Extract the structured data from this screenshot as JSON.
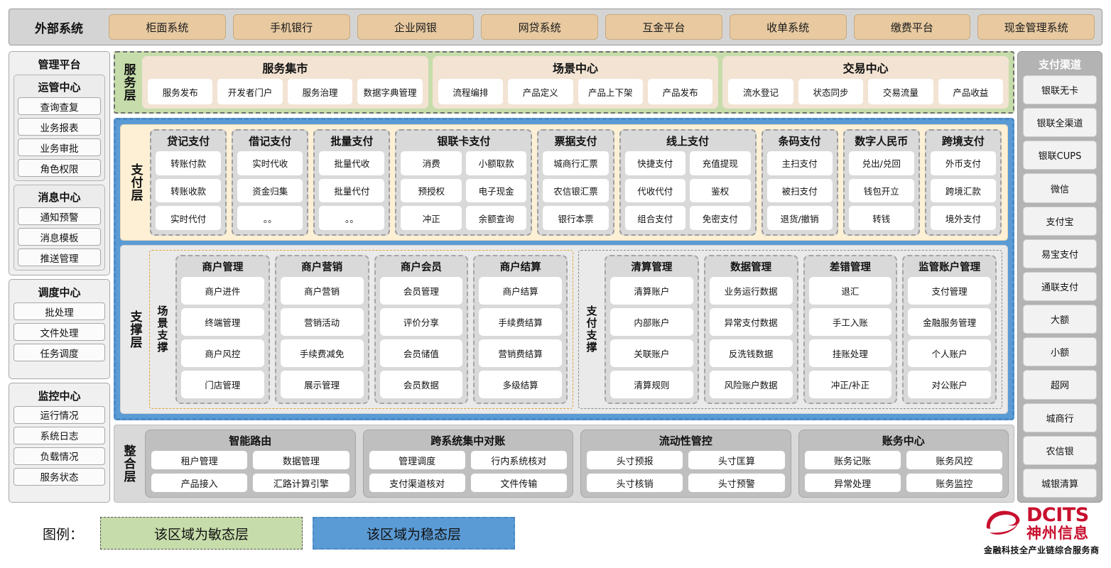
{
  "external": {
    "title": "外部系统",
    "systems": [
      "柜面系统",
      "手机银行",
      "企业网银",
      "网贷系统",
      "互金平台",
      "收单系统",
      "缴费平台",
      "现金管理系统"
    ]
  },
  "management": {
    "title": "管理平台",
    "groups": [
      {
        "title": "运管中心",
        "items": [
          "查询查复",
          "业务报表",
          "业务审批",
          "角色权限"
        ]
      },
      {
        "title": "消息中心",
        "items": [
          "通知预警",
          "消息模板",
          "推送管理"
        ]
      },
      {
        "title": "调度中心",
        "items": [
          "批处理",
          "文件处理",
          "任务调度"
        ]
      },
      {
        "title": "监控中心",
        "items": [
          "运行情况",
          "系统日志",
          "负载情况",
          "服务状态"
        ]
      }
    ]
  },
  "channels": {
    "title": "支付渠道",
    "items": [
      "银联无卡",
      "银联全渠道",
      "银联CUPS",
      "微信",
      "支付宝",
      "易宝支付",
      "通联支付",
      "大额",
      "小额",
      "超网",
      "城商行",
      "农信银",
      "城银清算"
    ]
  },
  "service_layer": {
    "label": "服务层",
    "groups": [
      {
        "title": "服务集市",
        "items": [
          "服务发布",
          "开发者门户",
          "服务治理",
          "数据字典管理"
        ]
      },
      {
        "title": "场景中心",
        "items": [
          "流程编排",
          "产品定义",
          "产品上下架",
          "产品发布"
        ]
      },
      {
        "title": "交易中心",
        "items": [
          "流水登记",
          "状态同步",
          "交易流量",
          "产品收益"
        ]
      }
    ]
  },
  "pay_layer": {
    "label": "支付层",
    "columns": [
      {
        "title": "贷记支付",
        "width": 1,
        "rows": [
          [
            "转账付款"
          ],
          [
            "转账收款"
          ],
          [
            "实时代付"
          ]
        ]
      },
      {
        "title": "借记支付",
        "width": 1,
        "rows": [
          [
            "实时代收"
          ],
          [
            "资金归集"
          ],
          [
            "。。"
          ]
        ]
      },
      {
        "title": "批量支付",
        "width": 1,
        "rows": [
          [
            "批量代收"
          ],
          [
            "批量代付"
          ],
          [
            "。。"
          ]
        ]
      },
      {
        "title": "银联卡支付",
        "width": 2,
        "rows": [
          [
            "消费",
            "小额取款"
          ],
          [
            "预授权",
            "电子现金"
          ],
          [
            "冲正",
            "余额查询"
          ]
        ]
      },
      {
        "title": "票据支付",
        "width": 1,
        "rows": [
          [
            "城商行汇票"
          ],
          [
            "农信银汇票"
          ],
          [
            "银行本票"
          ]
        ]
      },
      {
        "title": "线上支付",
        "width": 2,
        "rows": [
          [
            "快捷支付",
            "充值提现"
          ],
          [
            "代收代付",
            "鉴权"
          ],
          [
            "组合支付",
            "免密支付"
          ]
        ]
      },
      {
        "title": "条码支付",
        "width": 1,
        "rows": [
          [
            "主扫支付"
          ],
          [
            "被扫支付"
          ],
          [
            "退货/撤销"
          ]
        ]
      },
      {
        "title": "数字人民币",
        "width": 1,
        "rows": [
          [
            "兑出/兑回"
          ],
          [
            "钱包开立"
          ],
          [
            "转钱"
          ]
        ]
      },
      {
        "title": "跨境支付",
        "width": 1,
        "rows": [
          [
            "外币支付"
          ],
          [
            "跨境汇款"
          ],
          [
            "境外支付"
          ]
        ]
      }
    ]
  },
  "support_layer": {
    "label": "支撑层",
    "scene": {
      "label": "场景支撑",
      "columns": [
        {
          "title": "商户管理",
          "items": [
            "商户进件",
            "终端管理",
            "商户风控",
            "门店管理"
          ]
        },
        {
          "title": "商户营销",
          "items": [
            "商户营销",
            "营销活动",
            "手续费减免",
            "展示管理"
          ]
        },
        {
          "title": "商户会员",
          "items": [
            "会员管理",
            "评价分享",
            "会员储值",
            "会员数据"
          ]
        },
        {
          "title": "商户结算",
          "items": [
            "商户结算",
            "手续费结算",
            "营销费结算",
            "多级结算"
          ]
        }
      ]
    },
    "paysupport": {
      "label": "支付支撑",
      "columns": [
        {
          "title": "清算管理",
          "items": [
            "清算账户",
            "内部账户",
            "关联账户",
            "清算规则"
          ]
        },
        {
          "title": "数据管理",
          "items": [
            "业务运行数据",
            "异常支付数据",
            "反洗钱数据",
            "风险账户数据"
          ]
        },
        {
          "title": "差错管理",
          "items": [
            "退汇",
            "手工入账",
            "挂账处理",
            "冲正/补正"
          ]
        },
        {
          "title": "监管账户管理",
          "items": [
            "支付管理",
            "金融服务管理",
            "个人账户",
            "对公账户"
          ]
        }
      ]
    }
  },
  "integration_layer": {
    "label": "整合层",
    "groups": [
      {
        "title": "智能路由",
        "rows": [
          [
            "租户管理",
            "数据管理"
          ],
          [
            "产品接入",
            "汇路计算引擎"
          ]
        ]
      },
      {
        "title": "跨系统集中对账",
        "rows": [
          [
            "管理调度",
            "行内系统核对"
          ],
          [
            "支付渠道核对",
            "文件传输"
          ]
        ]
      },
      {
        "title": "流动性管控",
        "rows": [
          [
            "头寸预报",
            "头寸匡算"
          ],
          [
            "头寸核销",
            "头寸预警"
          ]
        ]
      },
      {
        "title": "账务中心",
        "rows": [
          [
            "账务记账",
            "账务风控"
          ],
          [
            "异常处理",
            "账务监控"
          ]
        ]
      }
    ]
  },
  "legend": {
    "label": "图例：",
    "agile": "该区域为敏态层",
    "stable": "该区域为稳态层",
    "agile_color": "#c6dcaa",
    "stable_color": "#5b9bd5"
  },
  "logo": {
    "en": "DCITS",
    "cn": "神州信息",
    "tagline": "金融科技全产业链综合服务商",
    "color": "#c8102e"
  }
}
